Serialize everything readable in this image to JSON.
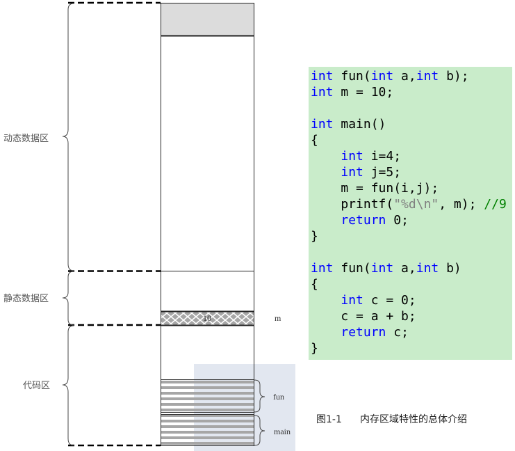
{
  "figure": {
    "regions": {
      "dynamic_label": "动态数据区",
      "static_label": "静态数据区",
      "code_label": "代码区"
    },
    "variable": {
      "name": "m",
      "value": "10"
    },
    "functions": {
      "fun": "fun",
      "main": "main"
    }
  },
  "code": {
    "lines": [
      [
        {
          "text": "int",
          "color": "#0000ff"
        },
        {
          "text": " fun("
        },
        {
          "text": "int",
          "color": "#0000ff"
        },
        {
          "text": " a,"
        },
        {
          "text": "int",
          "color": "#0000ff"
        },
        {
          "text": " b);"
        }
      ],
      [
        {
          "text": "int",
          "color": "#0000ff"
        },
        {
          "text": " m = 10;"
        }
      ],
      [],
      [
        {
          "text": "int",
          "color": "#0000ff"
        },
        {
          "text": " main()"
        }
      ],
      [
        {
          "text": "{"
        }
      ],
      [
        {
          "text": "    "
        },
        {
          "text": "int",
          "color": "#0000ff"
        },
        {
          "text": " i=4;"
        }
      ],
      [
        {
          "text": "    "
        },
        {
          "text": "int",
          "color": "#0000ff"
        },
        {
          "text": " j=5;"
        }
      ],
      [
        {
          "text": "    m = fun(i,j);"
        }
      ],
      [
        {
          "text": "    printf("
        },
        {
          "text": "\"%d\\n\"",
          "color": "#808080"
        },
        {
          "text": ", m); "
        },
        {
          "text": "//9",
          "color": "#008000"
        }
      ],
      [
        {
          "text": "    "
        },
        {
          "text": "return",
          "color": "#0000ff"
        },
        {
          "text": " 0;"
        }
      ],
      [
        {
          "text": "}"
        }
      ],
      [],
      [
        {
          "text": "int",
          "color": "#0000ff"
        },
        {
          "text": " fun("
        },
        {
          "text": "int",
          "color": "#0000ff"
        },
        {
          "text": " a,"
        },
        {
          "text": "int",
          "color": "#0000ff"
        },
        {
          "text": " b)"
        }
      ],
      [
        {
          "text": "{"
        }
      ],
      [
        {
          "text": "    "
        },
        {
          "text": "int",
          "color": "#0000ff"
        },
        {
          "text": " c = 0;"
        }
      ],
      [
        {
          "text": "    c = a + b;"
        }
      ],
      [
        {
          "text": "    "
        },
        {
          "text": "return",
          "color": "#0000ff"
        },
        {
          "text": " c;"
        }
      ],
      [
        {
          "text": "}"
        }
      ]
    ]
  },
  "caption": {
    "number": "图1-1",
    "title": "内存区域特性的总体介绍"
  },
  "colors": {
    "code_background": "#c9ecca",
    "code_text": "#000000",
    "header_fill": "#dcdcdc",
    "hatch_fill": "#a6a6a6",
    "stripe_fill": "#a6a6a6",
    "watermark": "#e2e7f0"
  }
}
